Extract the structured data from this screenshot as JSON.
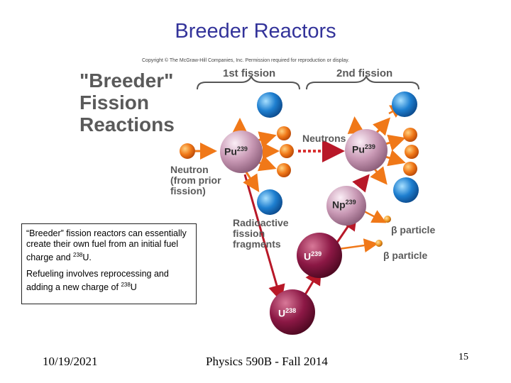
{
  "slide": {
    "title": "Breeder Reactors",
    "footer_date": "10/19/2021",
    "footer_course": "Physics 590B - Fall 2014",
    "page_number": "15"
  },
  "diagram": {
    "copyright": "Copyright © The McGraw-Hill Companies, Inc. Permission required for reproduction or display.",
    "title_lines": [
      "\"Breeder\"",
      "Fission",
      "Reactions"
    ],
    "first_fission": "1st fission",
    "second_fission": "2nd fission",
    "neutrons_label": "Neutrons",
    "neutron_label_lines": [
      "Neutron",
      "(from prior",
      "fission)"
    ],
    "fragments_label_lines": [
      "Radioactive",
      "fission",
      "fragments"
    ],
    "beta_particle_1": "β particle",
    "beta_particle_2": "β particle",
    "nuclei": [
      {
        "symbol": "Pu",
        "mass": "239"
      },
      {
        "symbol": "Pu",
        "mass": "239"
      },
      {
        "symbol": "Np",
        "mass": "239"
      },
      {
        "symbol": "U",
        "mass": "239"
      },
      {
        "symbol": "U",
        "mass": "238"
      }
    ],
    "colors": {
      "neutron": "#f07818",
      "fragment": "#1e7fd0",
      "plutonium": "#c898b4",
      "uranium": "#8c1845",
      "beta": "#f09820",
      "arrow": "#f07818",
      "decay_arrow": "#b81828"
    }
  },
  "textbox": {
    "para1": "“Breeder” fission reactors can essentially create their own fuel from an initial fuel charge and ",
    "para1_sup": "238",
    "para1_end": "U.",
    "para2": "Refueling involves reprocessing and adding a new charge of ",
    "para2_sup": "238",
    "para2_end": "U"
  }
}
